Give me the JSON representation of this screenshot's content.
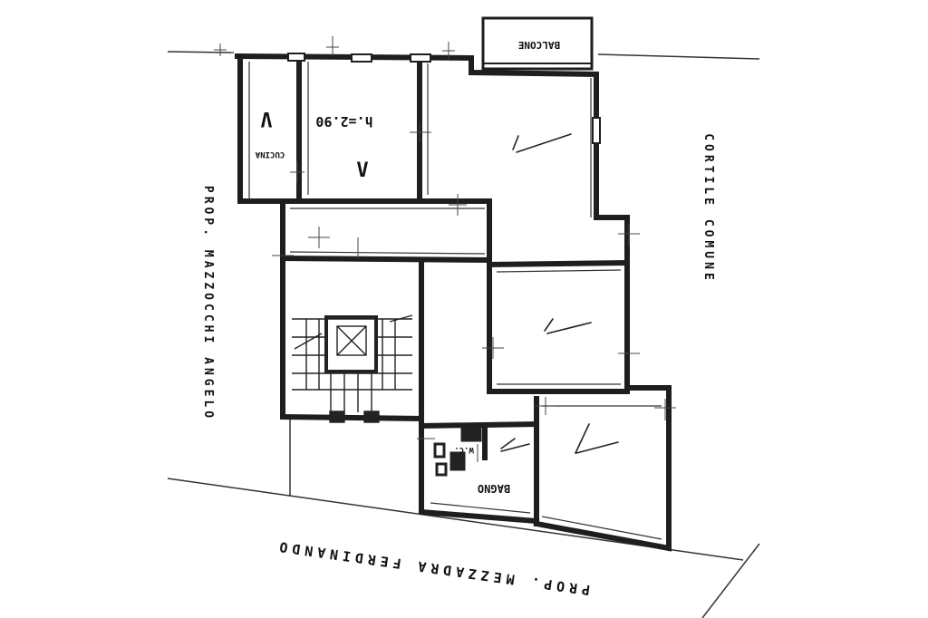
{
  "labels": {
    "balcony": "BALCONE",
    "kitchen": "CUCINA",
    "height": "h.=2.90",
    "bathroom": "BAGNO",
    "wc": "W.C.",
    "courtyard": "CORTILE COMUNE",
    "west_neighbor": "PROP. MAZZOCCHI ANGELO",
    "south_neighbor": "PROP. MEZZADRA FERDINANDO"
  },
  "checkmarks": {
    "kitchen": "V",
    "room_north": "V"
  },
  "colors": {
    "wall": "#1e1e1e",
    "ink": "#111111",
    "background": "#ffffff"
  }
}
